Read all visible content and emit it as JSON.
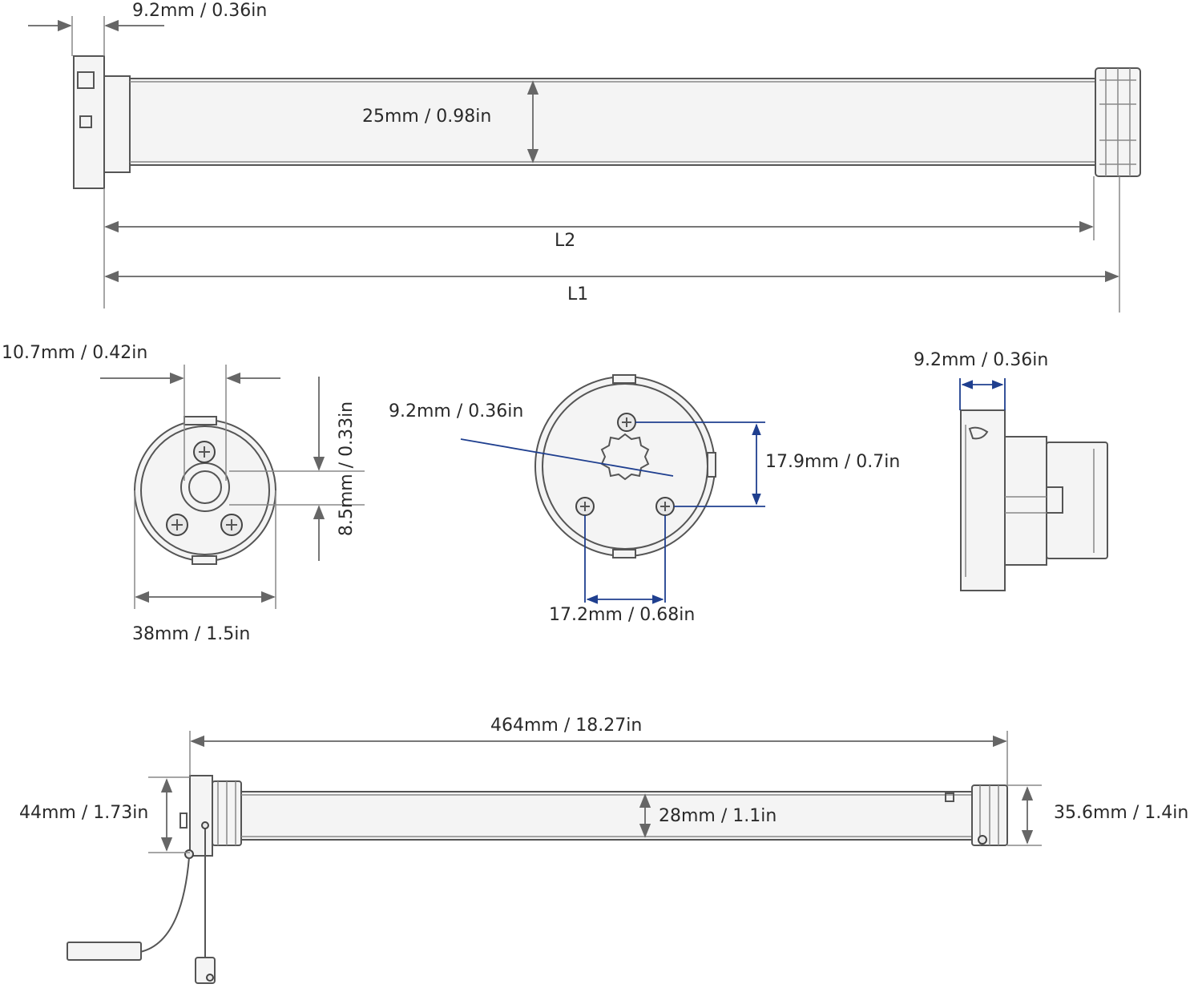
{
  "labels": {
    "top_end_width": "9.2mm / 0.36in",
    "tube_dia_top": "25mm / 0.98in",
    "l2": "L2",
    "l1": "L1",
    "crown_offset": "10.7mm / 0.42in",
    "slot_height": "8.5mm / 0.33in",
    "head_dia": "38mm / 1.5in",
    "shaft_dia": "9.2mm / 0.36in",
    "hole_vertical": "17.9mm / 0.7in",
    "hole_horizontal": "17.2mm / 0.68in",
    "side_head_width": "9.2mm / 0.36in",
    "total_length": "464mm / 18.27in",
    "head_height": "44mm / 1.73in",
    "tube_dia_bottom": "28mm / 1.1in",
    "crown_dia": "35.6mm / 1.4in"
  },
  "colors": {
    "line": "#555555",
    "dimension": "#777777",
    "accent_blue": "#1f3f8f",
    "text": "#2a2a2a"
  }
}
